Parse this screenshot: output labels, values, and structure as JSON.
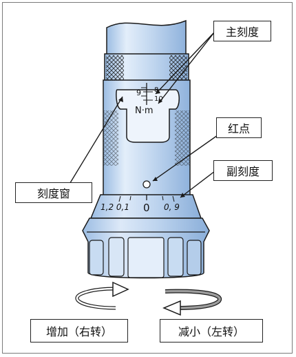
{
  "callouts": {
    "main_scale": "主刻度",
    "red_dot": "红点",
    "vernier_scale": "副刻度",
    "scale_window": "刻度窗"
  },
  "window": {
    "numbers": [
      "9",
      "8",
      "10"
    ],
    "unit": "N·m"
  },
  "dial": {
    "zero": "0",
    "left_ticks": "1,2 0,1",
    "right_ticks": "0, 9"
  },
  "directions": {
    "increase": "增加（右转）",
    "decrease": "减小（左转）"
  },
  "colors": {
    "body_fill": "#b9d3ee",
    "body_highlight": "#e6f0fb",
    "outline": "#1a1a1a"
  }
}
